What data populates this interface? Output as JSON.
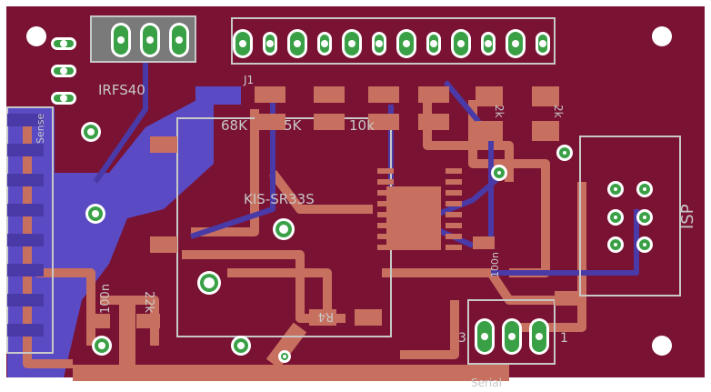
{
  "colors": {
    "board": "#7a1233",
    "pour_bottom": "#5a4bc4",
    "trace_top": "#c8705f",
    "trace_bottom": "#4a3aa8",
    "copper_pad": "#3aa046",
    "drill": "#ffffff",
    "silk": "#c8c8c8",
    "outline": "#ffffff"
  },
  "labels": {
    "q1": "IRFS40",
    "module": "KIS-SR33S",
    "r_68k": "68K",
    "r_5k": "5K",
    "r_10k": "10k",
    "r_a": "2k",
    "r_b": "2k",
    "isp": "ISP",
    "serial": "Serial",
    "serial_pin3": "3",
    "serial_pin1": "1",
    "r4": "R4",
    "c_100n": "100n",
    "c_100n_b": "100n",
    "r_22k": "22k",
    "j_lbl": "J1",
    "sense": "Sense"
  },
  "icons": {
    "mount_hole": "mount-hole-icon",
    "pad": "pad-icon",
    "via": "via-icon"
  }
}
